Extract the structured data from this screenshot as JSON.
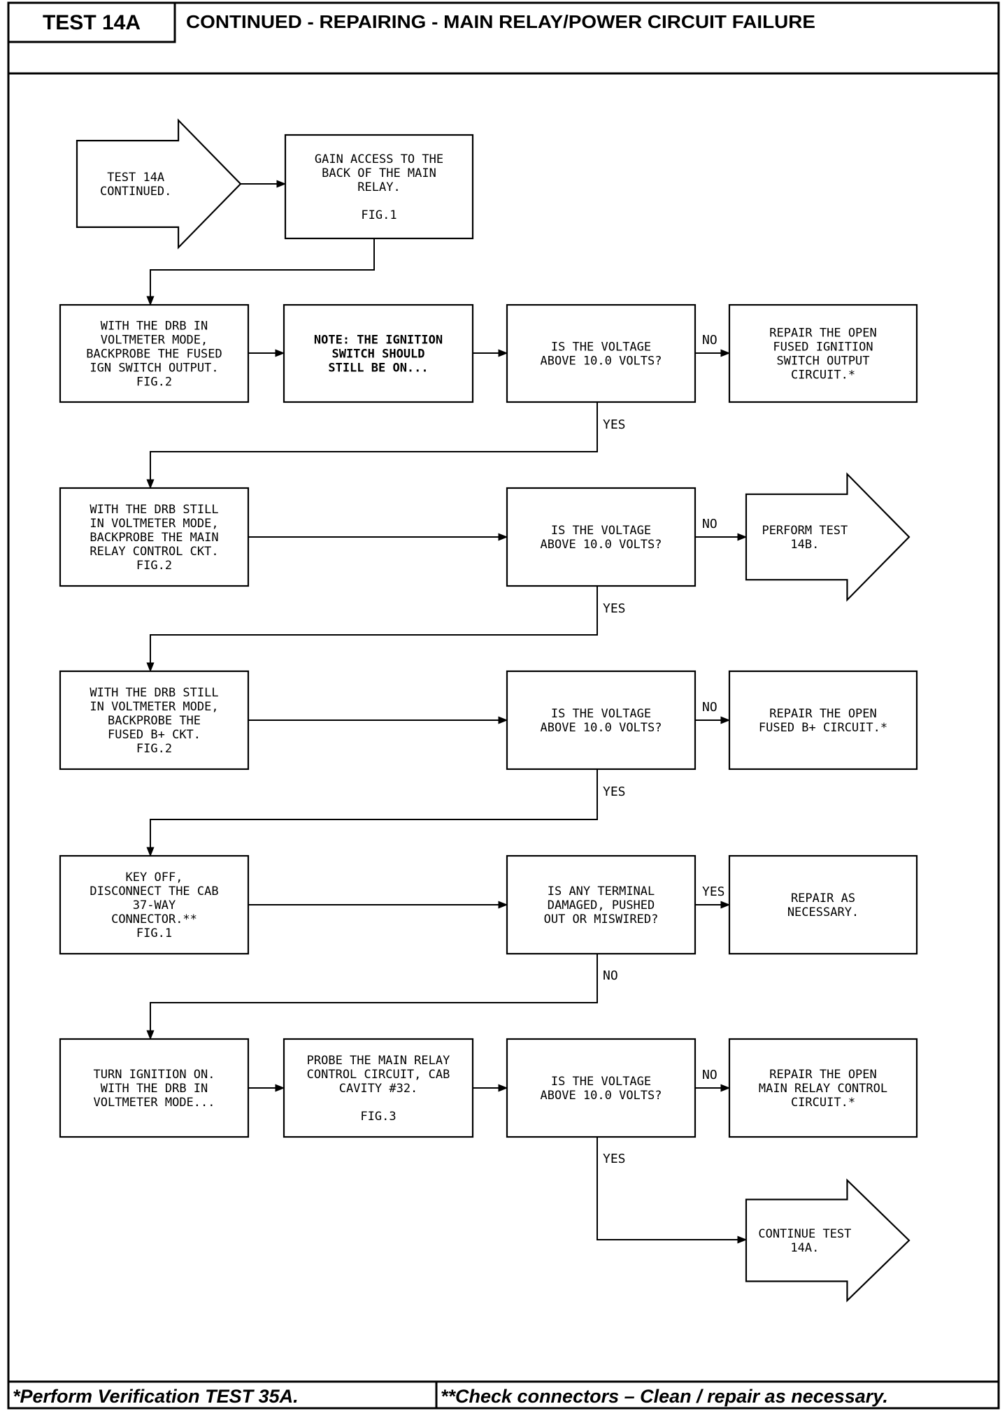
{
  "header": {
    "test_id": "TEST 14A",
    "title": "CONTINUED - REPAIRING - MAIN RELAY/POWER CIRCUIT FAILURE"
  },
  "footer": {
    "left": "*Perform Verification TEST 35A.",
    "right": "**Check connectors – Clean / repair as necessary."
  },
  "nodes": {
    "start": [
      "TEST 14A",
      "CONTINUED."
    ],
    "gain_access": [
      "GAIN ACCESS TO THE",
      "BACK OF THE MAIN",
      "RELAY.",
      "",
      "FIG.1"
    ],
    "backprobe_fused_ign": [
      "WITH THE DRB IN",
      "VOLTMETER MODE,",
      "BACKPROBE THE FUSED",
      "IGN SWITCH OUTPUT.",
      "FIG.2"
    ],
    "note_ignition": [
      "NOTE: THE IGNITION",
      "SWITCH SHOULD",
      "STILL BE ON..."
    ],
    "q_voltage_1": [
      "IS THE VOLTAGE",
      "ABOVE 10.0 VOLTS?"
    ],
    "repair_ign_output": [
      "REPAIR THE OPEN",
      "FUSED IGNITION",
      "SWITCH OUTPUT",
      "CIRCUIT.*"
    ],
    "backprobe_relay_ctrl": [
      "WITH THE DRB STILL",
      "IN VOLTMETER MODE,",
      "BACKPROBE THE MAIN",
      "RELAY CONTROL CKT.",
      "FIG.2"
    ],
    "q_voltage_2": [
      "IS THE VOLTAGE",
      "ABOVE 10.0 VOLTS?"
    ],
    "perform_14b": [
      "PERFORM TEST",
      "14B."
    ],
    "backprobe_fused_b": [
      "WITH THE DRB STILL",
      "IN VOLTMETER MODE,",
      "BACKPROBE THE",
      "FUSED B+ CKT.",
      "FIG.2"
    ],
    "q_voltage_3": [
      "IS THE VOLTAGE",
      "ABOVE 10.0 VOLTS?"
    ],
    "repair_fused_b": [
      "REPAIR THE OPEN",
      "FUSED B+ CIRCUIT.*"
    ],
    "key_off": [
      "KEY OFF,",
      "DISCONNECT THE CAB",
      "37-WAY",
      "CONNECTOR.**",
      "FIG.1"
    ],
    "q_terminal": [
      "IS ANY TERMINAL",
      "DAMAGED, PUSHED",
      "OUT OR MISWIRED?"
    ],
    "repair_as_necessary": [
      "REPAIR AS",
      "NECESSARY."
    ],
    "turn_ignition_on": [
      "TURN IGNITION ON.",
      "WITH THE DRB IN",
      "VOLTMETER MODE..."
    ],
    "probe_cavity": [
      "PROBE THE MAIN RELAY",
      "CONTROL CIRCUIT, CAB",
      "CAVITY #32.",
      "",
      "FIG.3"
    ],
    "q_voltage_4": [
      "IS THE VOLTAGE",
      "ABOVE 10.0 VOLTS?"
    ],
    "repair_relay_ctrl": [
      "REPAIR THE OPEN",
      "MAIN RELAY CONTROL",
      "CIRCUIT.*"
    ],
    "continue_14a": [
      "CONTINUE TEST",
      "14A."
    ]
  },
  "labels": {
    "no": "NO",
    "yes": "YES"
  }
}
